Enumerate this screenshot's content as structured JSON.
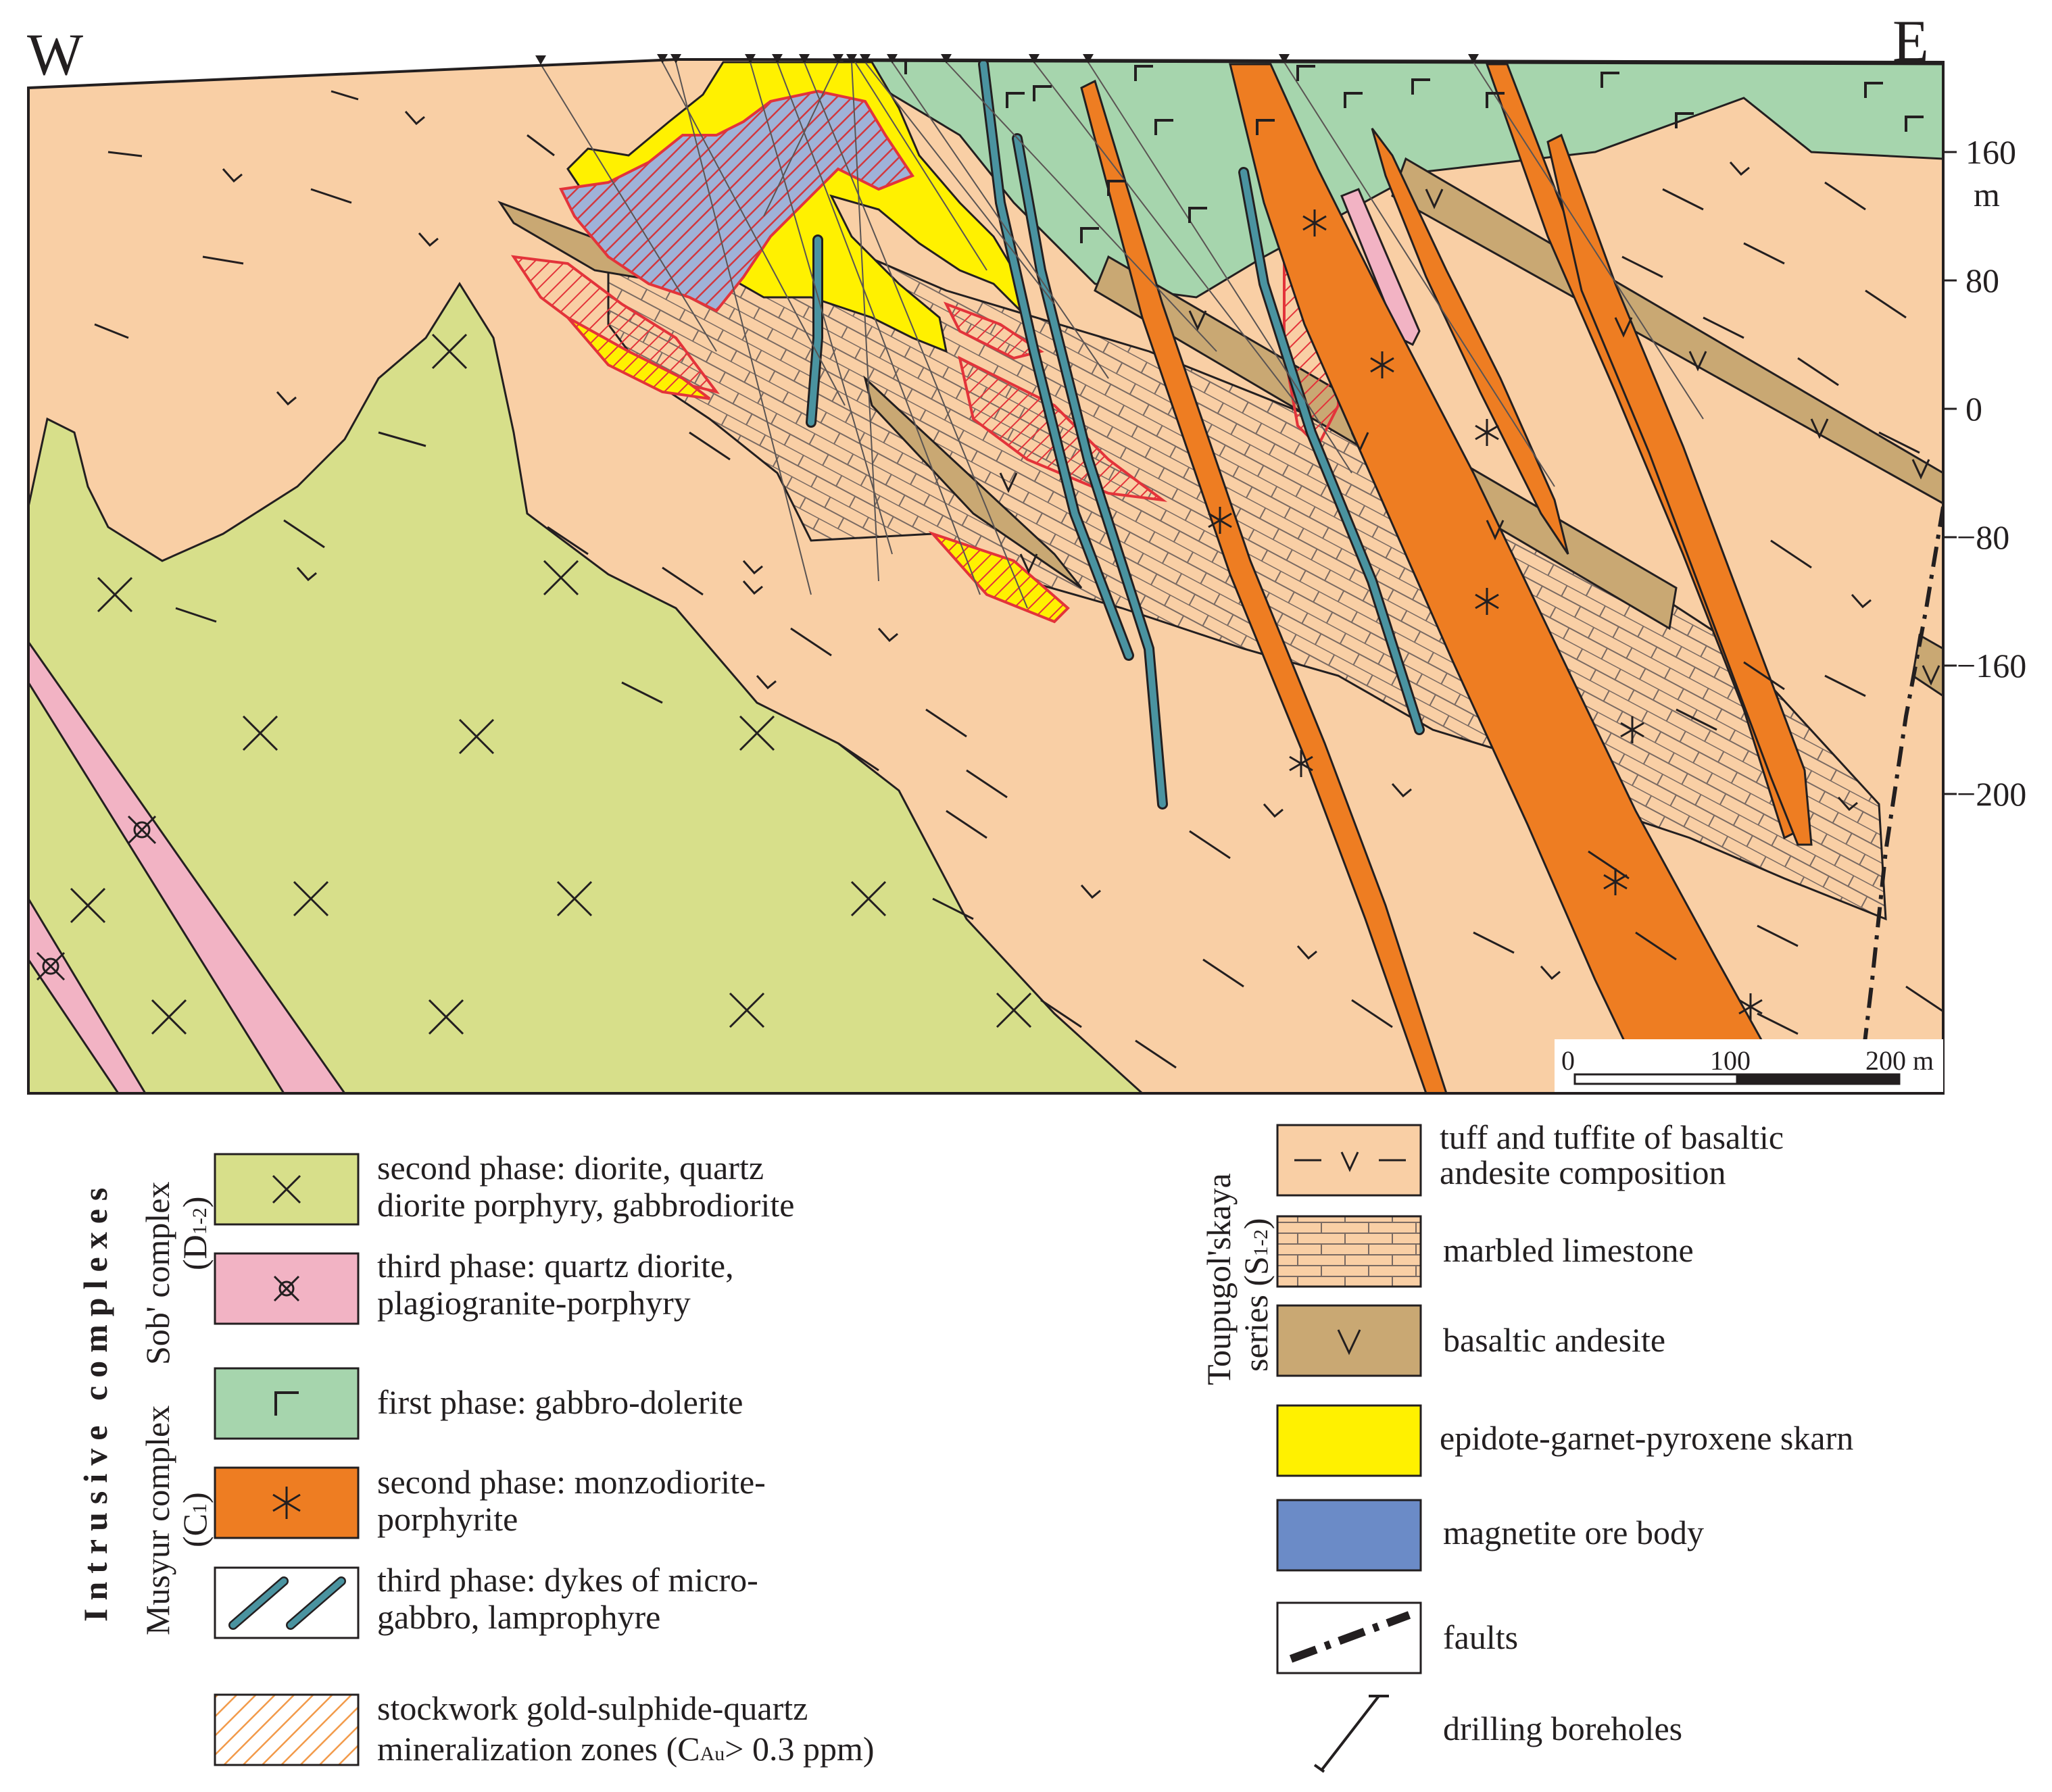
{
  "section": {
    "west_label": "W",
    "east_label": "E",
    "elevation_ticks": [
      {
        "value": "160",
        "unit": "m"
      },
      {
        "value": "80"
      },
      {
        "value": "0"
      },
      {
        "value": "−80"
      },
      {
        "value": "−160"
      },
      {
        "value": "−200"
      }
    ],
    "scale_bar": {
      "labels": [
        "0",
        "100",
        "200 m"
      ]
    }
  },
  "colors": {
    "tuff": "#f9cfa5",
    "diorite": "#d7df8a",
    "plagiogranite": "#f2b3c4",
    "gabbro_dolerite": "#a6d5ad",
    "monzodiorite": "#ee7d22",
    "microgabbro": "#4a93a0",
    "basaltic_andesite": "#c9a873",
    "skarn": "#fff100",
    "magnetite": "#6b8bc7",
    "stockwork": "#e3333a",
    "outline": "#231f20"
  },
  "legend": {
    "group_title": "Intrusive complexes",
    "sob_complex": {
      "name": "Sob' complex",
      "age": "D",
      "age_sub": "1-2"
    },
    "musyur_complex": {
      "name": "Musyur complex",
      "age": "C",
      "age_sub": "1"
    },
    "toupugol_series": {
      "name": "Toupugol'skaya",
      "line2": "series",
      "age": "S",
      "age_sub": "1-2"
    },
    "items_left": [
      {
        "id": "diorite",
        "line1": "second phase: diorite, quartz",
        "line2": "diorite porphyry, gabbrodiorite"
      },
      {
        "id": "plagiogranite",
        "line1": "third phase: quartz diorite,",
        "line2": "plagiogranite-porphyry"
      },
      {
        "id": "gabbro",
        "line1": "first phase: gabbro-dolerite"
      },
      {
        "id": "monzodiorite",
        "line1": "second phase: monzodiorite-",
        "line2": "porphyrite"
      },
      {
        "id": "dykes",
        "line1": "third phase: dykes of micro-",
        "line2": "gabbro, lamprophyre"
      },
      {
        "id": "stockwork",
        "line1": "stockwork gold-sulphide-quartz",
        "line2_main": "mineralization zones (C",
        "line2_sub": "Au",
        "line2_tail": "> 0.3 ppm)"
      }
    ],
    "items_right": [
      {
        "id": "tuff",
        "line1": "tuff and tuffite of basaltic",
        "line2": "andesite composition"
      },
      {
        "id": "limestone",
        "line1": "marbled limestone"
      },
      {
        "id": "basalt",
        "line1": "basaltic andesite"
      },
      {
        "id": "skarn",
        "line1": "epidote-garnet-pyroxene skarn"
      },
      {
        "id": "magnetite",
        "line1": "magnetite ore body"
      },
      {
        "id": "faults",
        "line1": "faults"
      },
      {
        "id": "boreholes",
        "line1": "drilling boreholes"
      }
    ]
  }
}
